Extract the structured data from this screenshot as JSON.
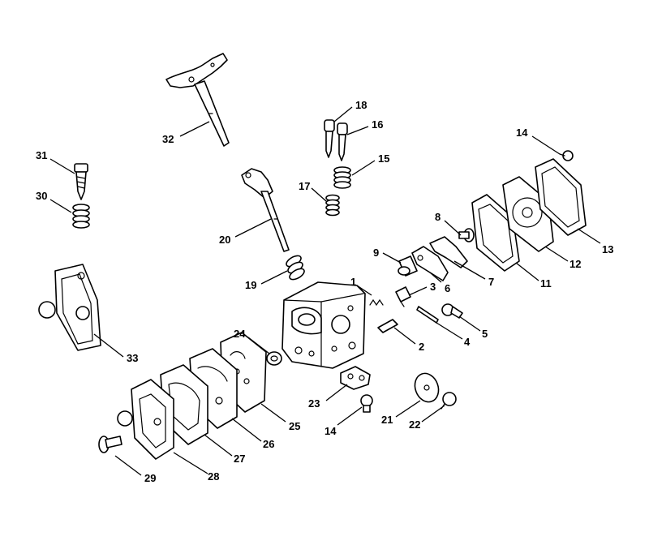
{
  "callouts": {
    "c1": "1",
    "c2": "2",
    "c3": "3",
    "c4": "4",
    "c5": "5",
    "c6": "6",
    "c7": "7",
    "c8": "8",
    "c9": "9",
    "c11": "11",
    "c12": "12",
    "c13": "13",
    "c14a": "14",
    "c14b": "14",
    "c15": "15",
    "c16": "16",
    "c17": "17",
    "c18": "18",
    "c19": "19",
    "c20": "20",
    "c21": "21",
    "c22": "22",
    "c23": "23",
    "c24": "24",
    "c25": "25",
    "c26": "26",
    "c27": "27",
    "c28": "28",
    "c29": "29",
    "c30": "30",
    "c31": "31",
    "c32": "32",
    "c33": "33"
  },
  "colors": {
    "line": "#000000",
    "background": "#ffffff"
  }
}
